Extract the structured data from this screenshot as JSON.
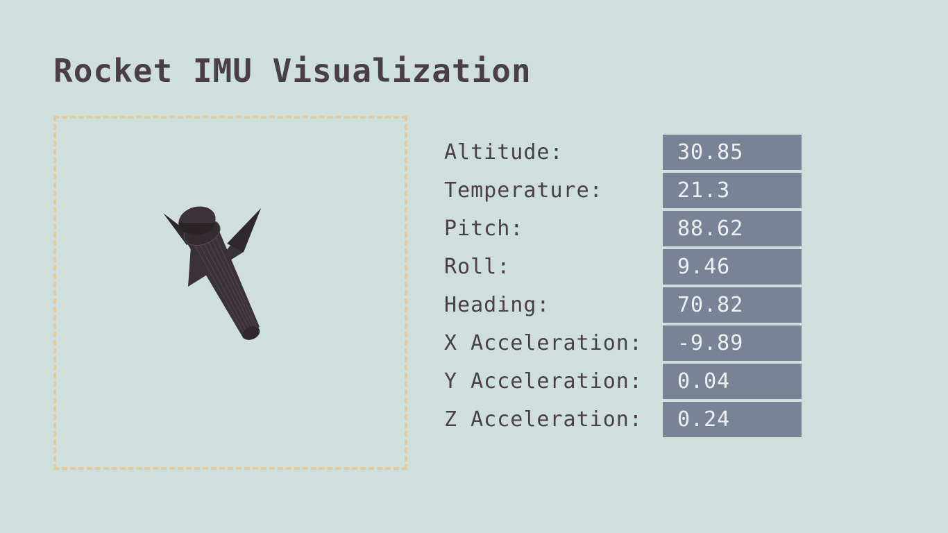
{
  "page": {
    "title": "Rocket IMU Visualization"
  },
  "colors": {
    "background": "#cfdfdc",
    "text": "#4a3f45",
    "value_box": "#7a8396",
    "value_text": "#eef0f2",
    "viewport_border": "#e2cc9f",
    "rocket_body": "#3a3237"
  },
  "viewport": {
    "icon": "rocket-3d-model"
  },
  "readouts": [
    {
      "label": "Altitude:",
      "value": "30.85"
    },
    {
      "label": "Temperature:",
      "value": "21.3"
    },
    {
      "label": "Pitch:",
      "value": "88.62"
    },
    {
      "label": "Roll:",
      "value": "9.46"
    },
    {
      "label": "Heading:",
      "value": "70.82"
    },
    {
      "label": "X Acceleration:",
      "value": "-9.89"
    },
    {
      "label": "Y Acceleration:",
      "value": "0.04"
    },
    {
      "label": "Z Acceleration:",
      "value": "0.24"
    }
  ]
}
